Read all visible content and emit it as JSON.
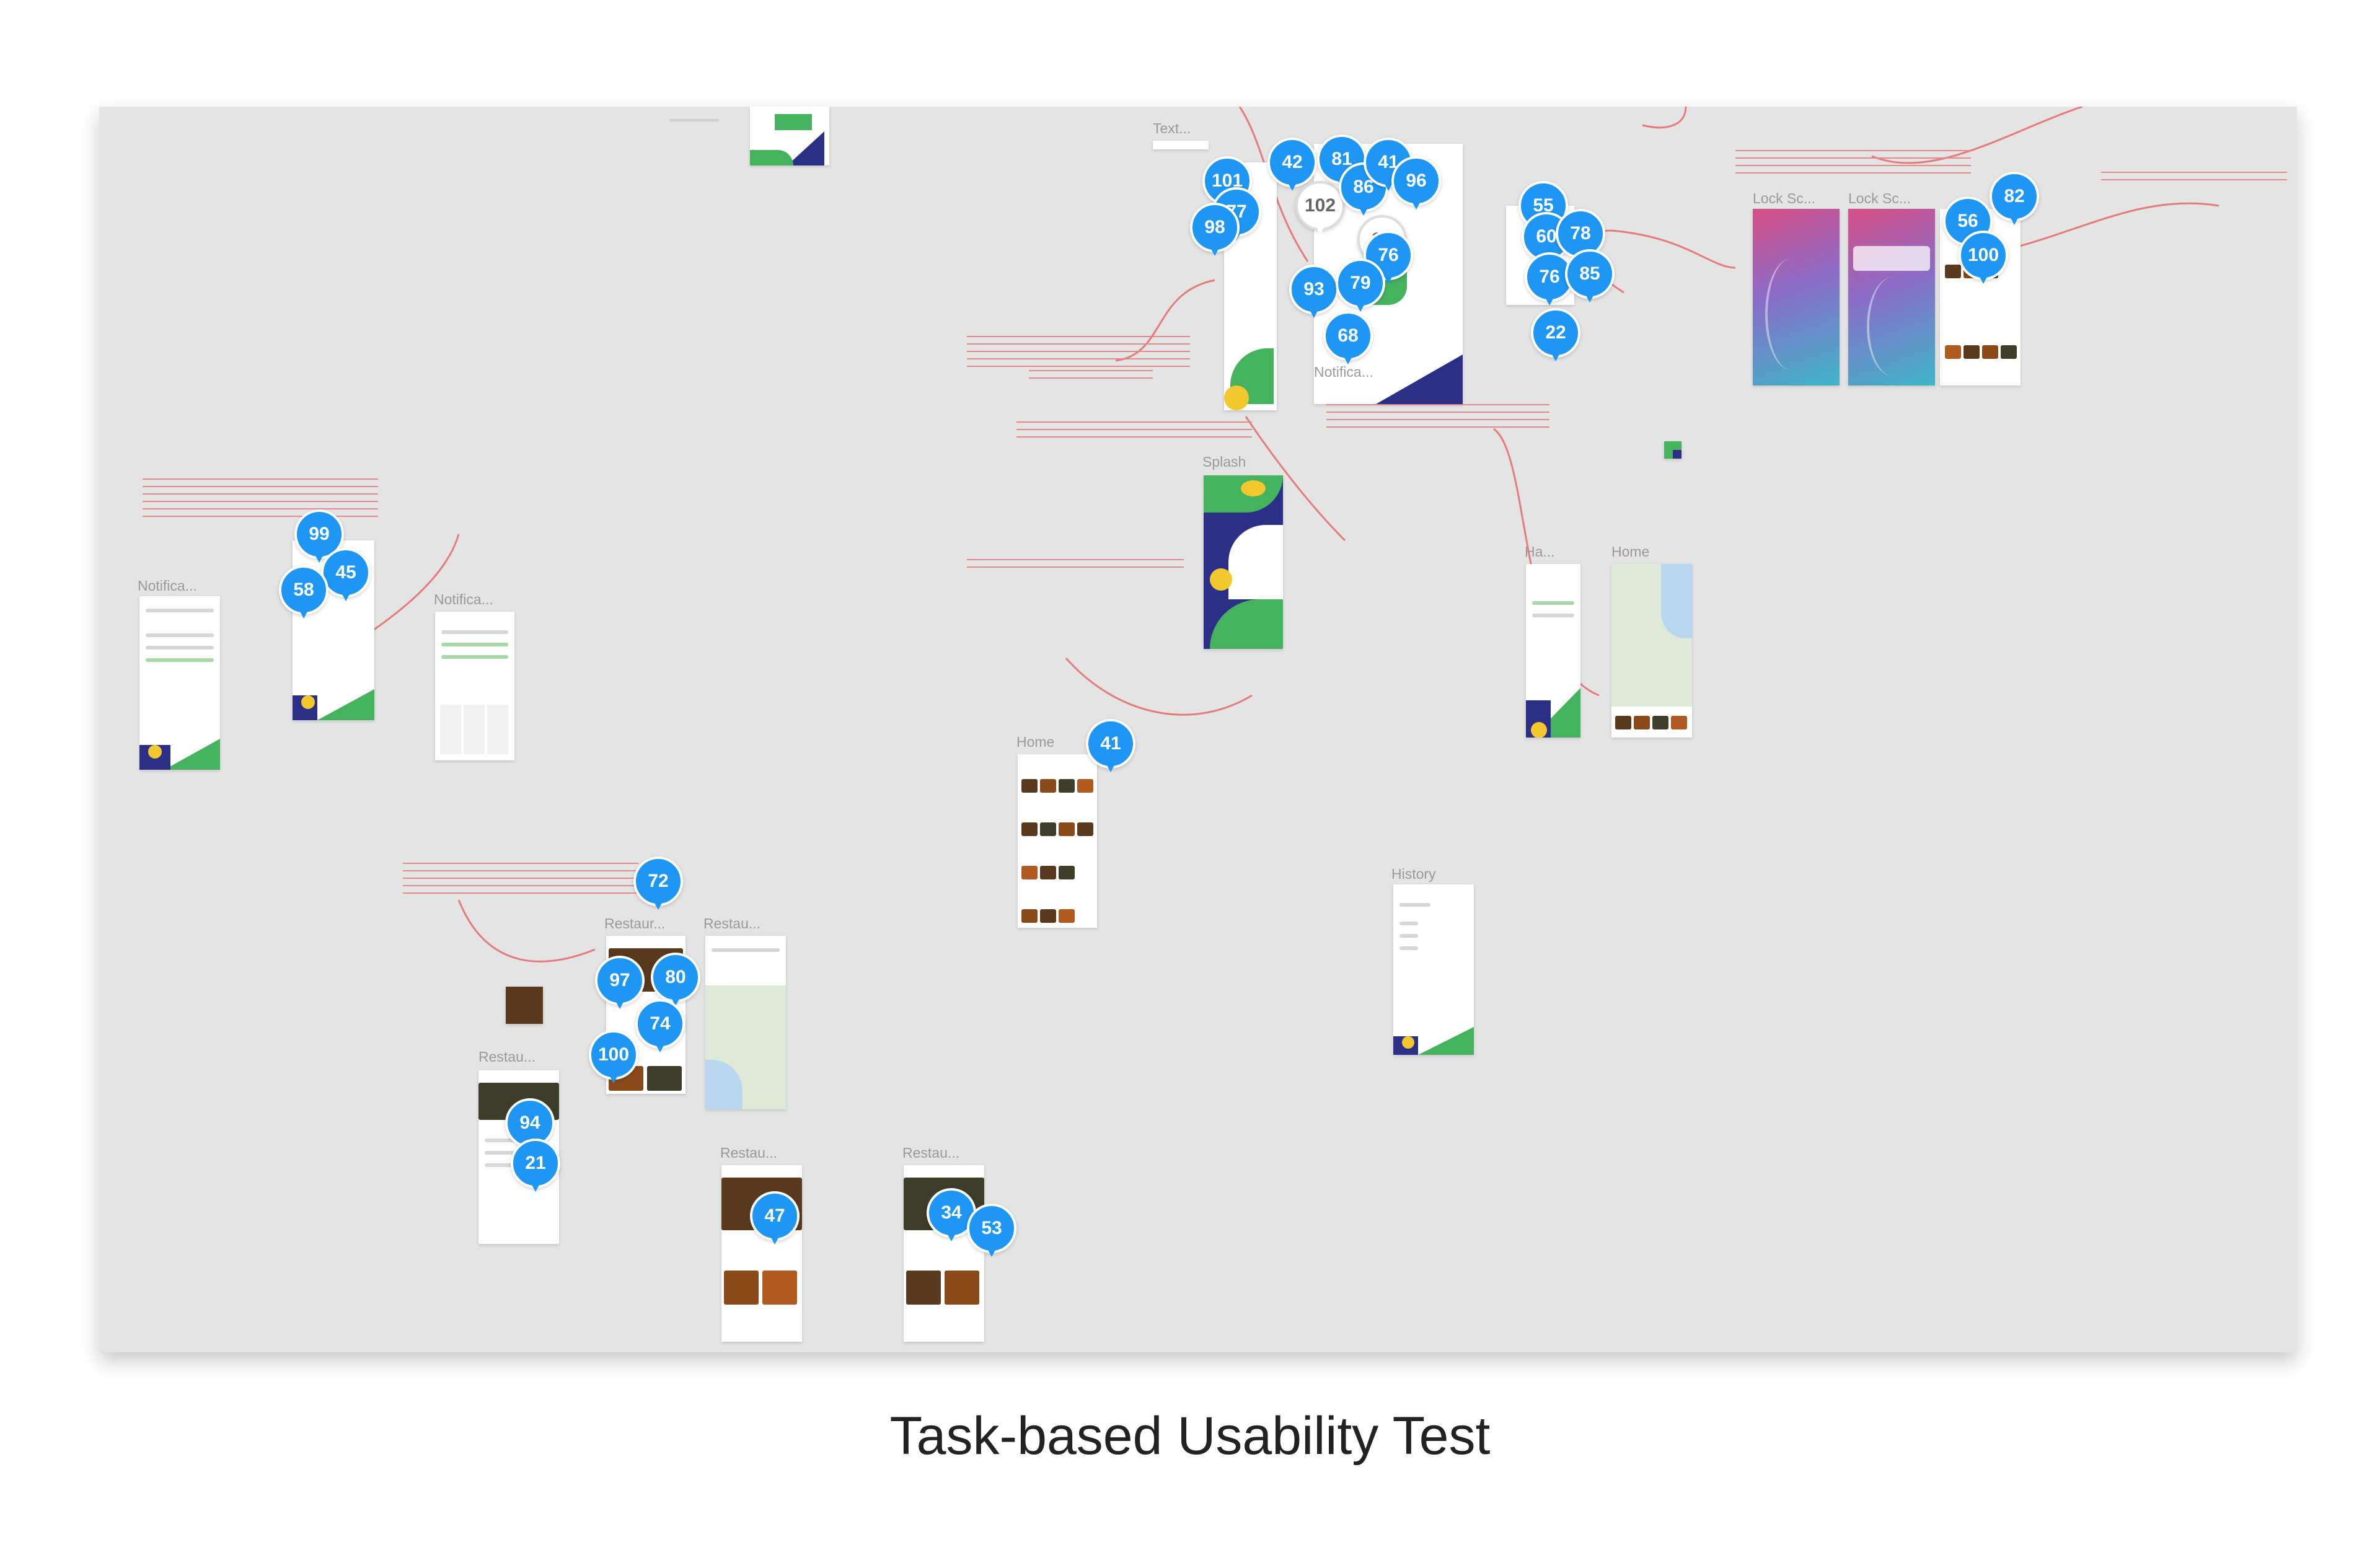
{
  "caption": "Task-based Usability Test",
  "frame_labels": {
    "text": "Text...",
    "notifica_top": "Notifica...",
    "splash": "Splash",
    "lock_1": "Lock Sc...",
    "lock_2": "Lock Sc...",
    "notifica_left": "Notifica...",
    "notifica_mid": "Notifica...",
    "home_list": "Home",
    "history": "History",
    "ha": "Ha...",
    "home_map": "Home",
    "restau_1": "Restaur...",
    "restau_2": "Restau...",
    "restau_3": "Restau...",
    "restau_4": "Restau...",
    "restau_5": "Restau..."
  },
  "pins": {
    "p101": "101",
    "p42": "42",
    "p81": "81",
    "p41a": "41",
    "p98": "98",
    "p77": "77",
    "p102": "102",
    "p86": "86",
    "p96": "96",
    "p55": "55",
    "p60": "60",
    "p78": "78",
    "p84": "84",
    "p76": "76",
    "p85": "85",
    "p93": "93",
    "p79": "79",
    "p68": "68",
    "p22": "22",
    "p56": "56",
    "p82": "82",
    "p100a": "100",
    "p99": "99",
    "p58": "58",
    "p45": "45",
    "p41b": "41",
    "p72": "72",
    "p97": "97",
    "p80": "80",
    "p74": "74",
    "p100b": "100",
    "p94": "94",
    "p21": "21",
    "p47": "47",
    "p34": "34",
    "p53": "53"
  },
  "colors": {
    "canvas": "#e4e4e4",
    "pin": "#1e96f3",
    "note": "#e04848",
    "brand_navy": "#2c2f86",
    "brand_green": "#45b35d",
    "brand_yellow": "#f2c82e"
  }
}
